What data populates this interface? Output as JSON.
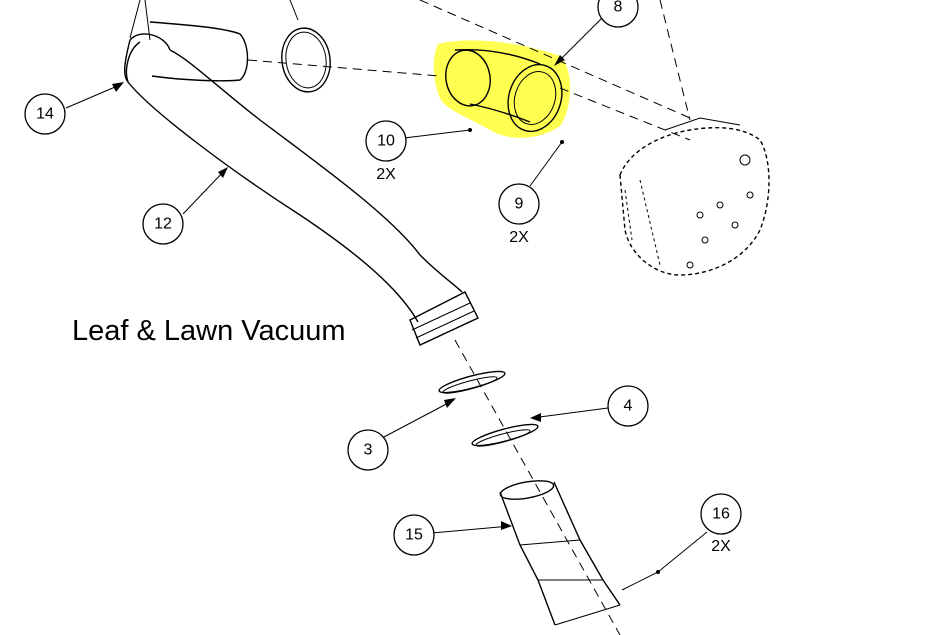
{
  "title": "Leaf & Lawn Vacuum",
  "highlight_color": "#ffff33",
  "line_color": "#000000",
  "callouts": [
    {
      "id": "14",
      "label": "14",
      "qty": ""
    },
    {
      "id": "12",
      "label": "12",
      "qty": ""
    },
    {
      "id": "10",
      "label": "10",
      "qty": "2X"
    },
    {
      "id": "9",
      "label": "9",
      "qty": "2X"
    },
    {
      "id": "8",
      "label": "8",
      "qty": ""
    },
    {
      "id": "3",
      "label": "3",
      "qty": ""
    },
    {
      "id": "4",
      "label": "4",
      "qty": ""
    },
    {
      "id": "15",
      "label": "15",
      "qty": ""
    },
    {
      "id": "16",
      "label": "16",
      "qty": "2X"
    }
  ]
}
